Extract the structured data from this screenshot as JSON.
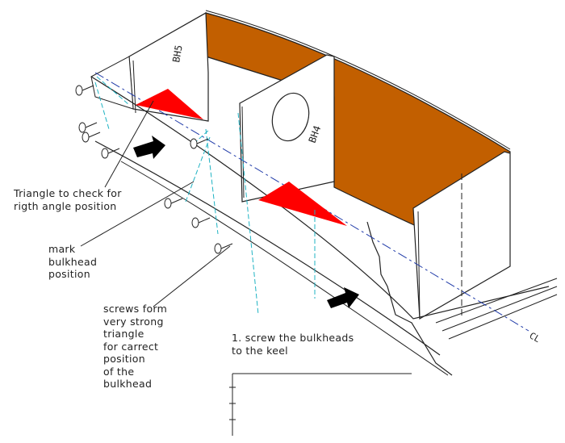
{
  "labels": {
    "triangle_check": "Triangle to check for\nrigth angle position",
    "mark_bulkhead": "mark\nbulkhead\nposition",
    "screws_triangle": "screws form\nvery strong\ntriangle\nfor carrect\nposition\nof the\nbulkhead",
    "screw_bulkheads": "1. screw the bulkheads\nto the keel"
  },
  "bulkhead_labels": {
    "bh5": "BH5",
    "bh4": "BH4"
  },
  "centerline_label": "CL",
  "colors": {
    "hull_side": "#c25f00",
    "triangle": "#ff0000",
    "construction_lines": "#1fb3c3",
    "outline": "#222222"
  }
}
